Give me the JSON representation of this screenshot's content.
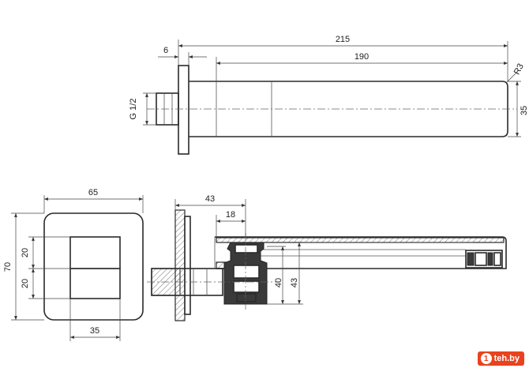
{
  "labels": {
    "top_overall": "215",
    "top_spout": "190",
    "top_flange": "6",
    "thread": "G 1/2",
    "height_35": "35",
    "radius": "R3",
    "front_width": "65",
    "front_height": "70",
    "front_upper": "20",
    "front_lower": "20",
    "front_bottom": "35",
    "section_43": "43",
    "section_18": "18",
    "section_v40": "40",
    "section_v43": "43"
  },
  "watermark": {
    "badge": "1",
    "text": "teh.by"
  }
}
